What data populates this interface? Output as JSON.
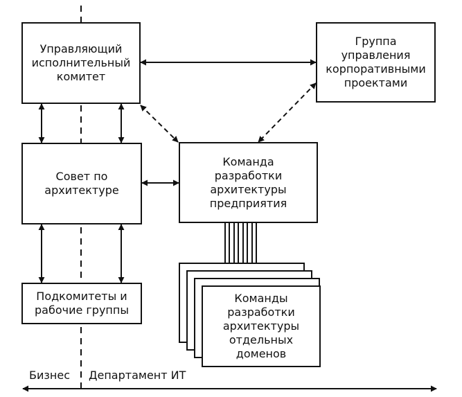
{
  "boxes": {
    "exec_committee": "Управляющий\nисполнительный\nкомитет",
    "corporate_projects": "Группа\nуправления\nкорпоративными\nпроектами",
    "architecture_council": "Совет по\nархитектуре",
    "enterprise_arch_team": "Команда\nразработки\nархитектуры\nпредприятия",
    "subcommittees": "Подкомитеты и\nрабочие группы",
    "domain_teams": "Команды\nразработки\nархитектуры\nотдельных\nдоменов"
  },
  "axis": {
    "left_label": "Бизнес",
    "right_label": "Департамент ИТ"
  },
  "colors": {
    "ink": "#111111",
    "background": "#ffffff"
  }
}
